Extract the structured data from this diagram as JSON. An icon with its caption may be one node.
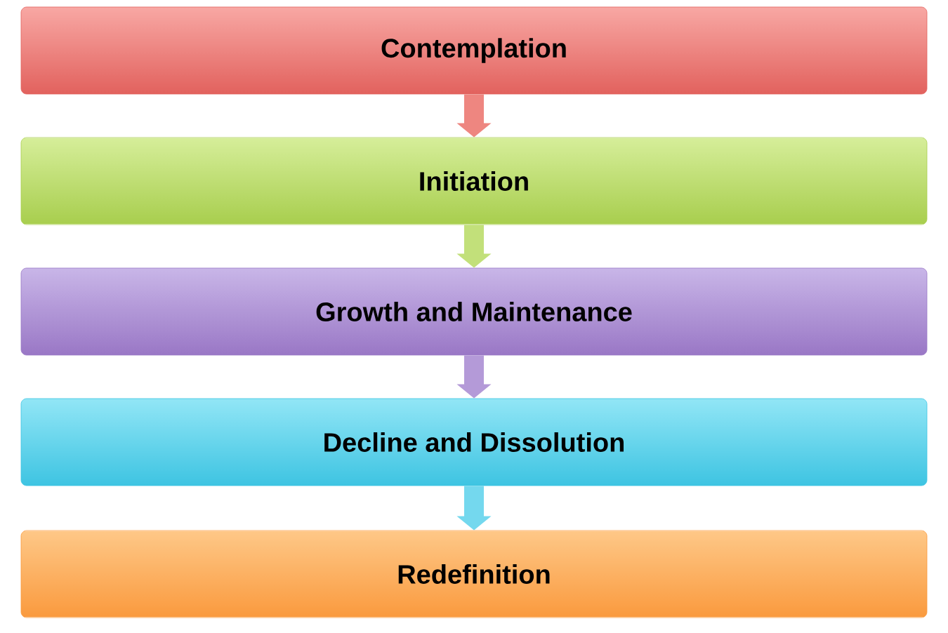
{
  "diagram": {
    "nodes": [
      {
        "text": [
          "Contemplation"
        ]
      },
      {
        "text": [
          "Initiation"
        ]
      },
      {
        "text": [
          "Growth and Maintenance"
        ]
      },
      {
        "text": [
          "Decline and Dissolution"
        ]
      },
      {
        "text": [
          "Redefinition"
        ]
      }
    ],
    "edges": [
      {
        "from": 0,
        "to": 1,
        "arrow": "to",
        "color": "#ee8680"
      },
      {
        "from": 1,
        "to": 2,
        "arrow": "to",
        "color": "#c2e07a"
      },
      {
        "from": 2,
        "to": 3,
        "arrow": "to",
        "color": "#b49ad8"
      },
      {
        "from": 3,
        "to": 4,
        "arrow": "to",
        "color": "#74d8ee"
      }
    ]
  }
}
